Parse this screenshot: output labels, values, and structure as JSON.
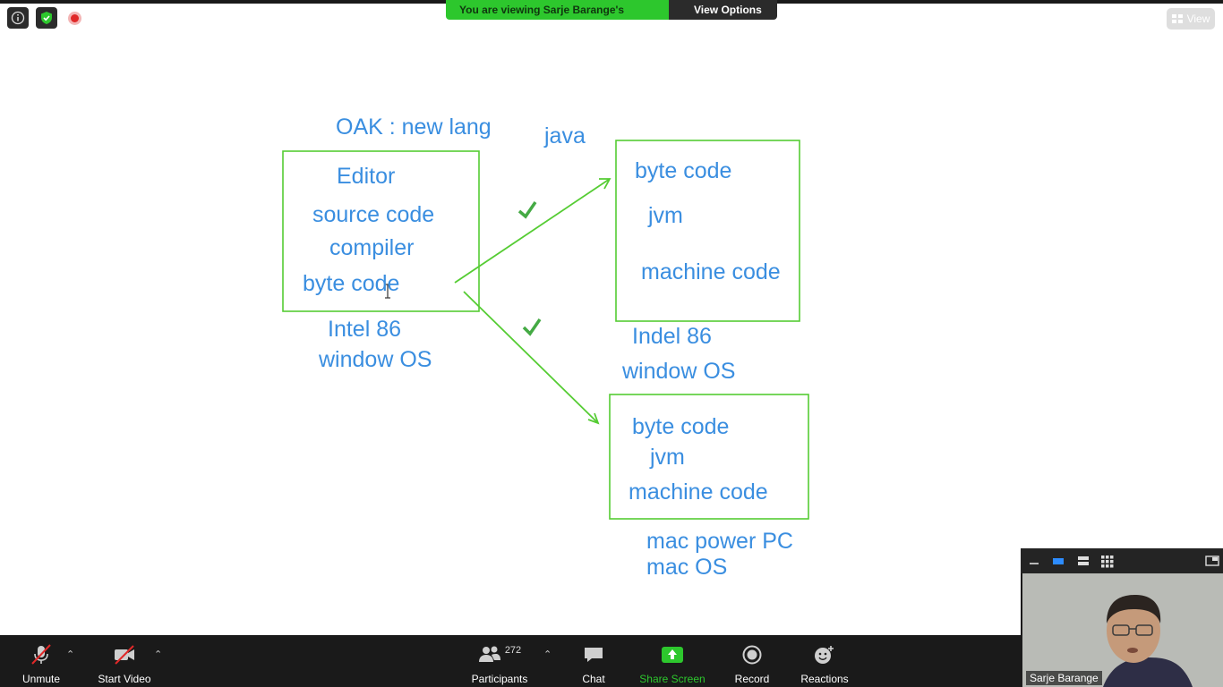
{
  "banner": {
    "viewing_text": "You are viewing Sarje Barange's screen",
    "view_options_label": "View Options"
  },
  "view_button_label": "View",
  "whiteboard": {
    "title": "OAK : new lang",
    "java_label": "java",
    "left_box": [
      "Editor",
      "source code",
      "compiler",
      "byte code"
    ],
    "left_platform": [
      "Intel 86",
      "window OS"
    ],
    "right_top_box": [
      "byte code",
      "jvm",
      "machine code"
    ],
    "right_top_platform": [
      "Indel 86",
      "window OS"
    ],
    "right_bottom_box": [
      "byte code",
      "jvm",
      "machine code"
    ],
    "right_bottom_platform": [
      "mac power PC",
      "mac OS"
    ],
    "ink_color": "#3a8ee0",
    "box_color": "#55cc33"
  },
  "toolbar": {
    "unmute_label": "Unmute",
    "start_video_label": "Start Video",
    "participants_label": "Participants",
    "participants_count": "272",
    "chat_label": "Chat",
    "share_screen_label": "Share Screen",
    "record_label": "Record",
    "reactions_label": "Reactions"
  },
  "video": {
    "participant_name": "Sarje Barange"
  },
  "colors": {
    "accent_green": "#2dc72d",
    "toolbar_bg": "#1a1a1a",
    "muted_red": "#e02828"
  }
}
